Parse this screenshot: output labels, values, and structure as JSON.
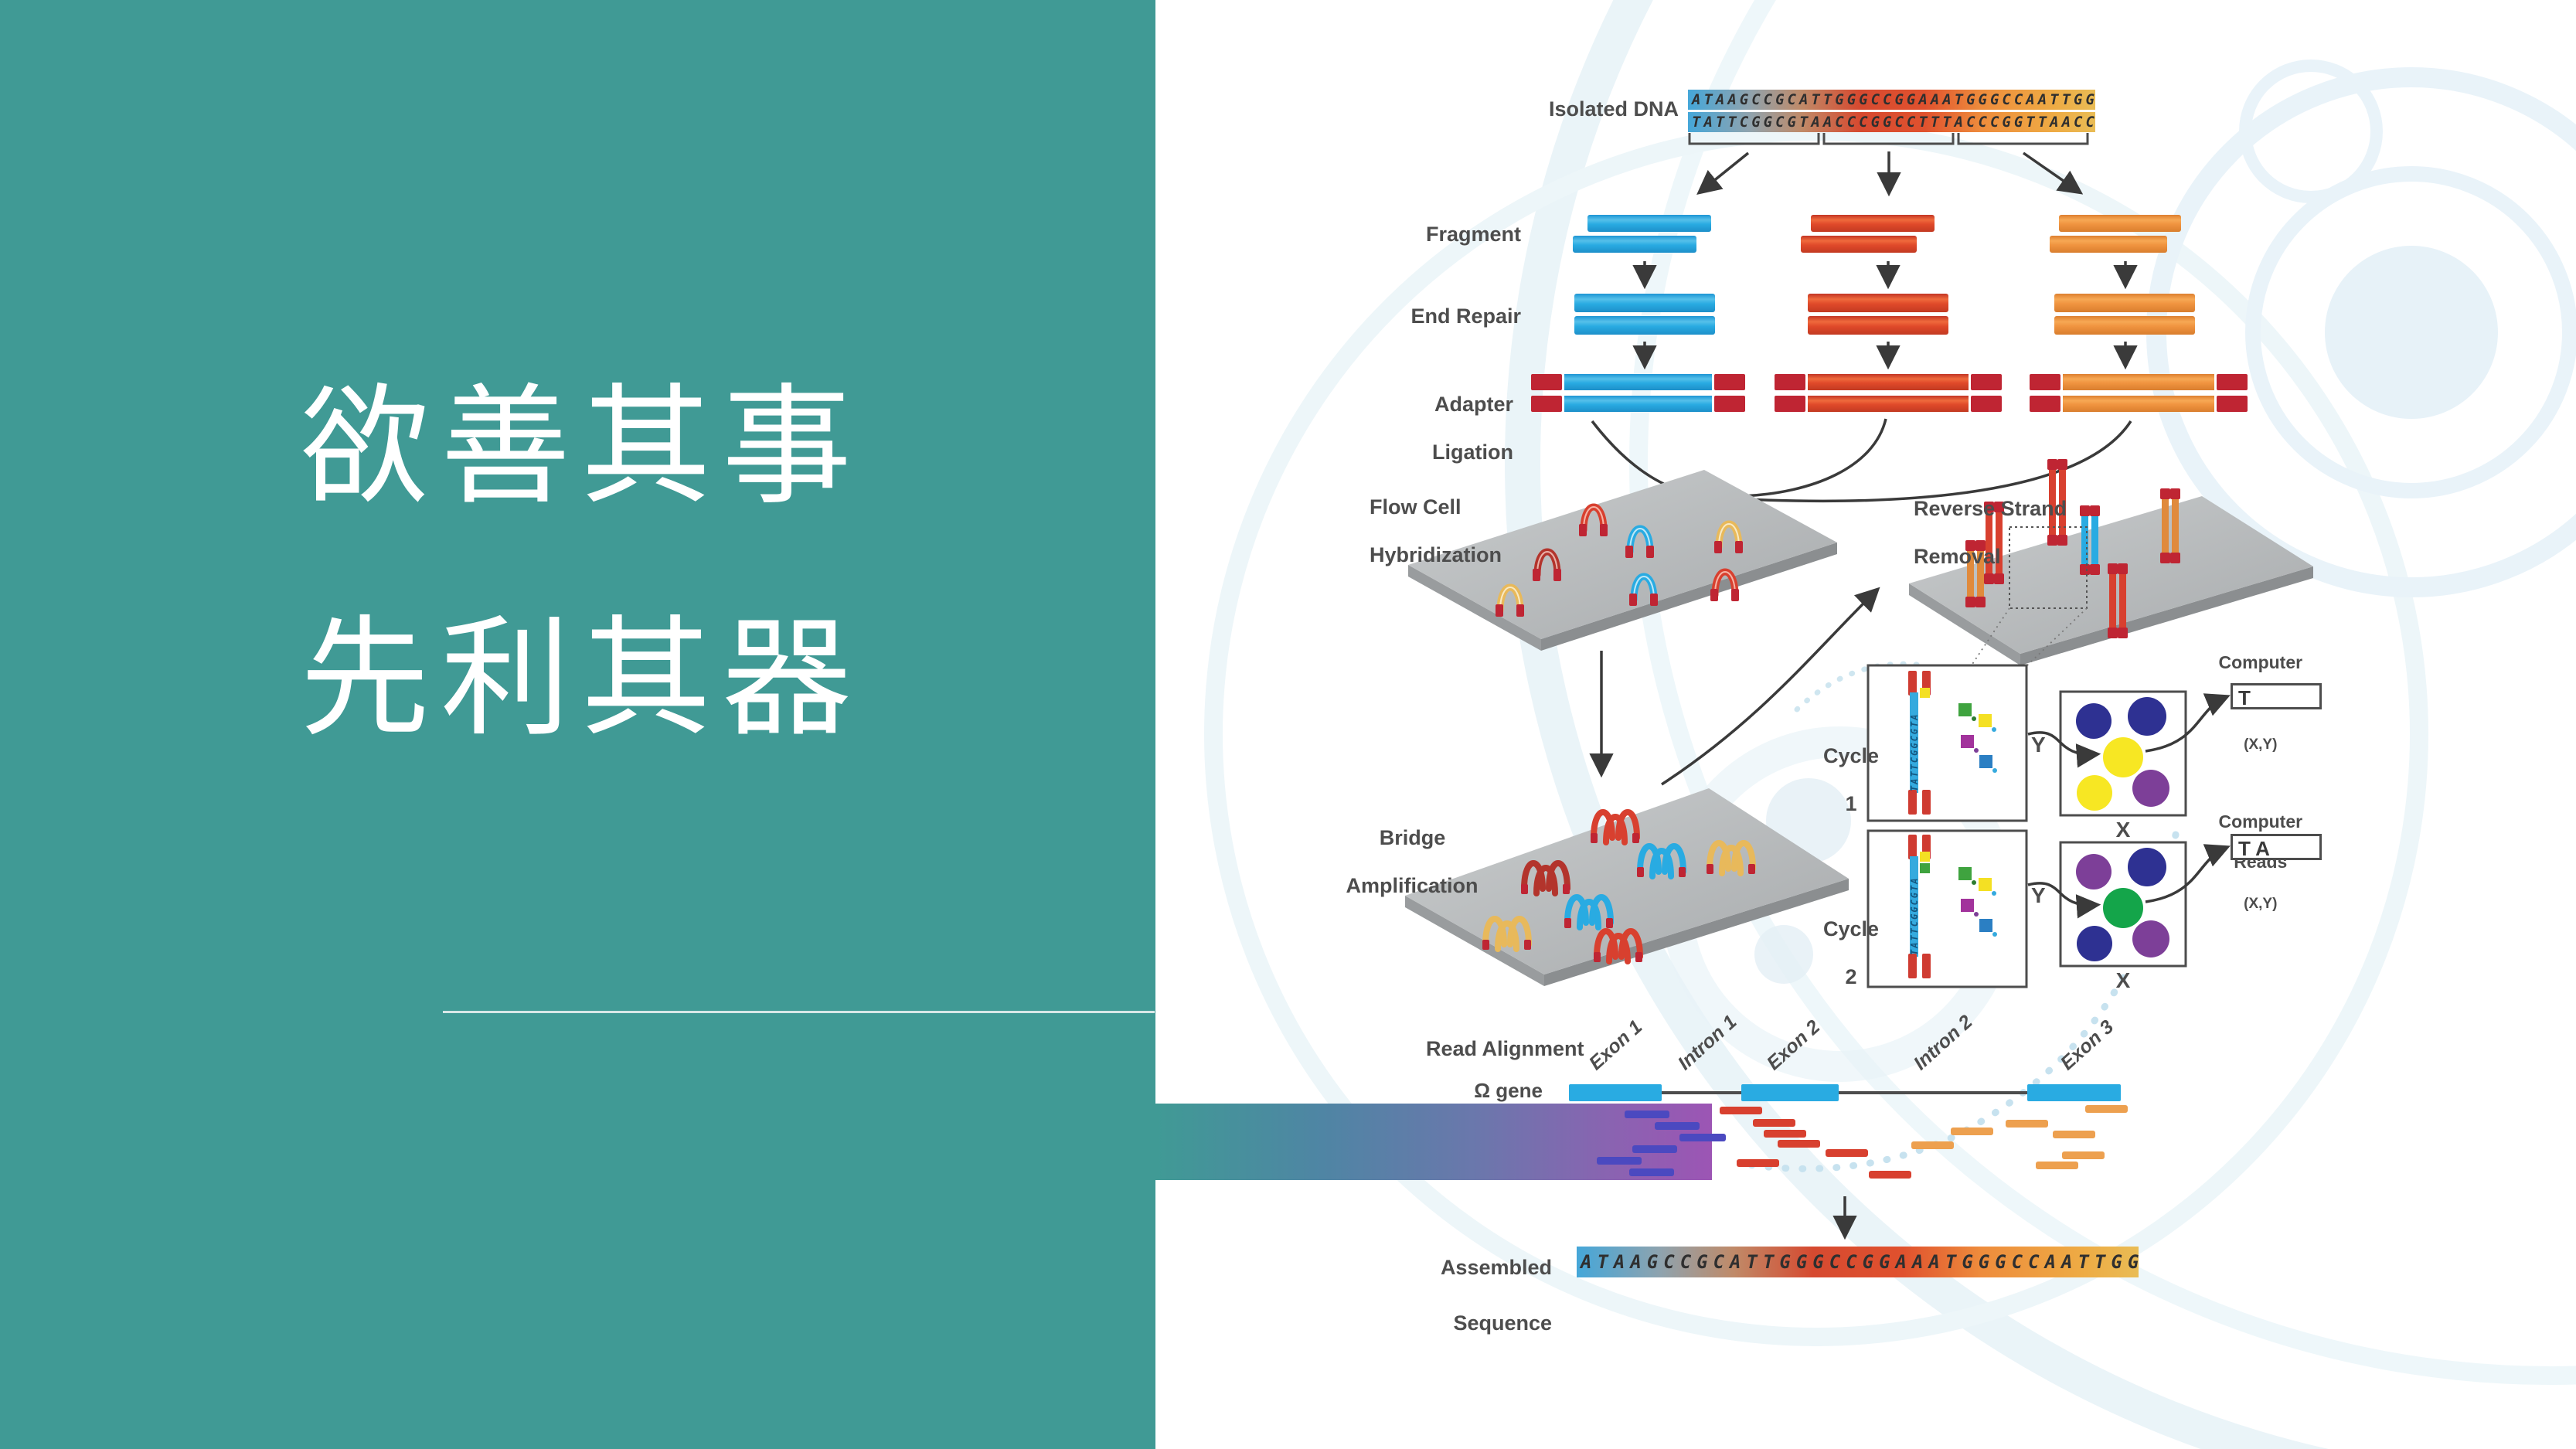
{
  "left_panel": {
    "line1": "欲善其事",
    "line2": "先利其器"
  },
  "pipeline": {
    "isolated_dna": "Isolated DNA",
    "sequence_top": "ATAAGCCGCATTGGGCCGGAAATGGGCCAATTGG",
    "sequence_bottom": "TATTCGGCGTAACCCGGCCTTTACCCGGTTAACC",
    "fragment": "Fragment",
    "end_repair": "End Repair",
    "adapter_line1": "Adapter",
    "adapter_line2": "Ligation",
    "flow_cell_line1": "Flow Cell",
    "flow_cell_line2": "Hybridization",
    "reverse_line1": "Reverse Strand",
    "reverse_line2": "Removal",
    "bridge_line1": "Bridge",
    "bridge_line2": "Amplification"
  },
  "cycles": {
    "cycle_word": "Cycle",
    "cycle1_num": "1",
    "cycle2_num": "2",
    "template_sequence": "TATTCGGCGTA",
    "computer_line1": "Computer",
    "computer_line2": "Reads",
    "computer_line3": "(X,Y)",
    "read1": "T",
    "read2": "T A",
    "y_label": "Y",
    "x_label": "X"
  },
  "alignment": {
    "read_alignment": "Read Alignment",
    "gene": "Ω gene",
    "exon1": "Exon 1",
    "intron1": "Intron 1",
    "exon2": "Exon 2",
    "intron2": "Intron 2",
    "exon3": "Exon 3",
    "assembled_line1": "Assembled",
    "assembled_line2": "Sequence",
    "assembled_sequence": "ATAAGCCGCATTGGGCCGGAAATGGGCCAATTGG"
  },
  "colors": {
    "panel_teal": "#409a95",
    "fragment_blue": "#29abe2",
    "fragment_red": "#d8402f",
    "fragment_orange": "#ef8e3c",
    "adapter_crimson": "#bf2533",
    "read_indigo": "#4b49c0",
    "exon_blue": "#29abe2",
    "dot_navy": "#2e3192",
    "dot_yellow": "#f7e723",
    "dot_purple": "#7d3f98",
    "dot_green": "#14a54a",
    "gradient_bar_start": "#409a95",
    "gradient_bar_end": "#9c55b4"
  }
}
